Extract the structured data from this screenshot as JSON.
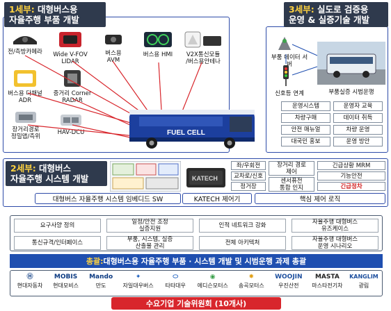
{
  "section1": {
    "title_hl": "1세부:",
    "title_rest": " 대형버스용",
    "title_line2": "자율주행 부품 개발",
    "components": [
      {
        "label": "전/측방카메라"
      },
      {
        "label": "Wide V-FOV\nLIDAR"
      },
      {
        "label": "버스용\nAVM"
      },
      {
        "label": "버스용 HMI"
      },
      {
        "label": "V2X통신모듈\n/버스용안테나"
      },
      {
        "label": "버스용 다채널\nADR"
      },
      {
        "label": "중거리 Corner\nRADAR"
      },
      {
        "label": "장거리경로\n정밀맵/측위"
      },
      {
        "label": "HAV-DCU"
      }
    ]
  },
  "section3": {
    "title_hl": "3세부:",
    "title_rest": " 실도로 검증용",
    "title_line2": "운영 & 실증기술 개발",
    "server_label": "부품 데이터 서버",
    "signal_label": "신호등 연계",
    "pilot_label": "부품실증 시범운행",
    "grid": [
      [
        "운영시스템",
        "운영자 교육"
      ],
      [
        "차량구매",
        "데이터 취득"
      ],
      [
        "안전 매뉴얼",
        "차량 운영"
      ],
      [
        "대국민 홍보",
        "운영 방안"
      ]
    ]
  },
  "section2": {
    "title_hl": "2세부:",
    "title_rest": " 대형버스",
    "title_line2": "자율주행 시스템 개발",
    "katech_logo": "KATECH",
    "logic_col1": [
      "좌/우회전",
      "교차로/신호",
      "정거장"
    ],
    "logic_col2": [
      "장거리 경로\n제어",
      "센서퓨전\n통합 인지"
    ],
    "logic_col3": [
      "긴급상황 MRM",
      "기능안전",
      "긴급정차"
    ],
    "label_sw": "대형버스 자율주행 시스템 임베디드 SW",
    "label_katech": "KATECH 제어기",
    "label_logic": "핵심 제어 로직"
  },
  "overall": {
    "items": [
      "요구사양 정의",
      "일정/안전 조정\n실증지원",
      "인적 네트워크 강화",
      "자율주행 대형버스\n유즈케이스",
      "통신규격/인터페이스",
      "부품, 시스템, 실증\n산출물 관리",
      "전체 아키텍처",
      "자율주행 대형버스\n운영 시나리오"
    ],
    "bar_hl": "총괄:",
    "bar_rest": " 대형버스용 자율주행 부품 · 시스템 개발 및 시범운행 과제 총괄"
  },
  "partners": [
    {
      "mark": "HYUNDAI",
      "name": "현대자동차",
      "color": "#0b3a82"
    },
    {
      "mark": "MOBIS",
      "name": "현대모비스",
      "color": "#0b3a82"
    },
    {
      "mark": "Mando",
      "name": "만도",
      "color": "#0b3a82"
    },
    {
      "mark": "",
      "name": "자일대우버스",
      "color": "#1c5fbf"
    },
    {
      "mark": "",
      "name": "타타대우",
      "color": "#1c5fbf"
    },
    {
      "mark": "",
      "name": "에디슨모터스",
      "color": "#3aa04a"
    },
    {
      "mark": "",
      "name": "송곡모터스",
      "color": "#e2a21b"
    },
    {
      "mark": "WOOJIN",
      "name": "우진산전",
      "color": "#1d4f9e"
    },
    {
      "mark": "MASTA",
      "name": "마스타전기차",
      "color": "#222222"
    },
    {
      "mark": "KANGLIM",
      "name": "광림",
      "color": "#1d4f9e"
    }
  ],
  "committee": "수요기업 기술위원회 (10개사)",
  "bus_livery": "FUEL CELL"
}
